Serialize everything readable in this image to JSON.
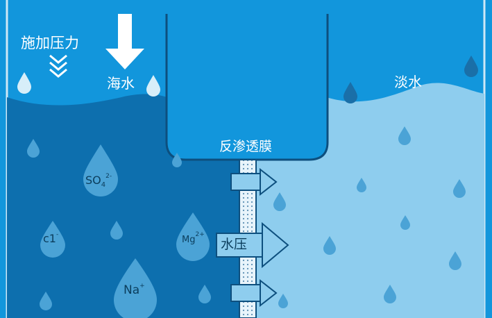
{
  "labels": {
    "apply_pressure": "施加压力",
    "seawater": "海水",
    "freshwater": "淡水",
    "membrane": "反渗透膜",
    "water_pressure": "水压"
  },
  "ions": {
    "sulfate": {
      "base": "SO",
      "sub": "4",
      "sup": "2-"
    },
    "chloride": {
      "base": "c1",
      "sup": "-"
    },
    "magnesium": {
      "base": "Mg",
      "sup": "2+"
    },
    "sodium": {
      "base": "Na",
      "sup": "+"
    }
  },
  "colors": {
    "background": "#1296dc",
    "seawater_body": "#0d6fae",
    "freshwater_body": "#8ecdee",
    "membrane_strip": "#cfe8f6",
    "droplet_light": "#d7eef9",
    "droplet_dark": "#1a6fa8"
  }
}
